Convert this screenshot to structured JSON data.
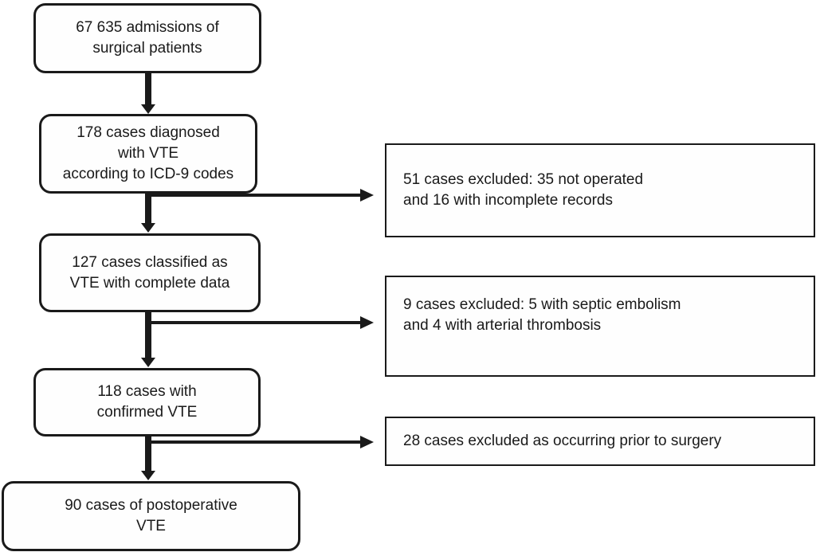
{
  "figure": {
    "type": "flowchart",
    "colors": {
      "line": "#1a1a1a",
      "background": "#ffffff",
      "box_fill": "#fefefe"
    },
    "main_boxes": [
      {
        "id": "admissions",
        "lines": [
          "67 635 admissions of",
          "surgical patients"
        ]
      },
      {
        "id": "diagnosed",
        "lines": [
          "178 cases diagnosed",
          "with VTE",
          "according to ICD-9 codes"
        ]
      },
      {
        "id": "classified",
        "lines": [
          "127 cases classified as",
          "VTE with complete data"
        ]
      },
      {
        "id": "confirmed",
        "lines": [
          "118 cases with",
          "confirmed VTE"
        ]
      },
      {
        "id": "postoperative",
        "lines": [
          "90 cases of postoperative",
          "VTE"
        ]
      }
    ],
    "exclusion_boxes": [
      {
        "id": "excluded-51",
        "lines": [
          "51 cases excluded: 35 not operated",
          "and 16 with incomplete records"
        ]
      },
      {
        "id": "excluded-9",
        "lines": [
          "9 cases excluded: 5 with septic embolism",
          "and 4 with arterial thrombosis"
        ]
      },
      {
        "id": "excluded-28",
        "lines": [
          "28 cases excluded as occurring prior to surgery"
        ]
      }
    ]
  }
}
